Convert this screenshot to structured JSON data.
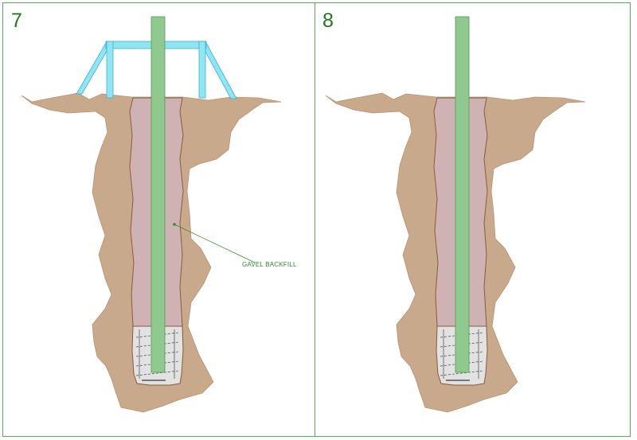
{
  "panels": [
    {
      "number": "7"
    },
    {
      "number": "8"
    }
  ],
  "callout": {
    "label": "GAVEL BACKFILL"
  },
  "colors": {
    "border": "#5aa55a",
    "soil": "#c9a98b",
    "soil_edge": "#b89272",
    "backfill": "#cfb3b4",
    "backfill_edge": "#8b5a3c",
    "pile": "#8fc98f",
    "pile_edge": "#4f9a4f",
    "frame": "#8fe6f2",
    "frame_edge": "#3aaed0",
    "concrete": "#e2e2e2",
    "label": "#2e8b2e"
  },
  "icons": [
    "steel-frame-icon",
    "rebar-cage-icon"
  ]
}
